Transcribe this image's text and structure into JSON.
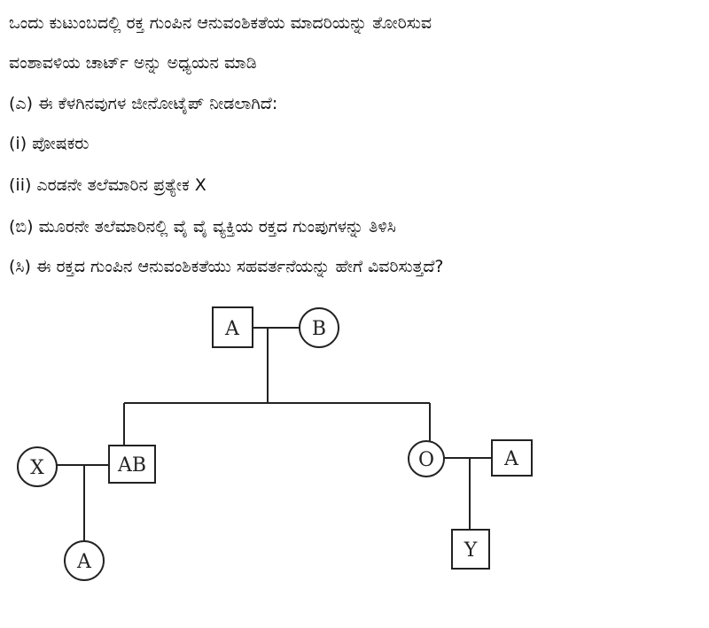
{
  "question": {
    "lines": [
      "ಒಂದು ಕುಟುಂಬದಲ್ಲಿ ರಕ್ತ ಗುಂಪಿನ ಆನುವಂಶಿಕತೆಯ ಮಾದರಿಯನ್ನು ತೋರಿಸುವ",
      "ವಂಶಾವಳಿಯ ಚಾರ್ಟ್ ಅನ್ನು ಅಧ್ಯಯನ ಮಾಡಿ",
      "(ಎ) ಈ ಕೆಳಗಿನವುಗಳ ಜೀನೋಟೈಪ್ ನೀಡಲಾಗಿದೆ:",
      "(i) ಪೋಷಕರು",
      "(ii) ಎರಡನೇ ತಲೆಮಾರಿನ ಪ್ರತ್ಯೇಕ X",
      "(ಬಿ) ಮೂರನೇ ತಲೆಮಾರಿನಲ್ಲಿ ವೈ ವೈ ವ್ಯಕ್ತಿಯ ರಕ್ತದ ಗುಂಪುಗಳನ್ನು ತಿಳಿಸಿ",
      "(ಸಿ) ಈ ರಕ್ತದ ಗುಂಪಿನ ಆನುವಂಶಿಕತೆಯು ಸಹವರ್ತನೆಯನ್ನು ಹೇಗೆ ವಿವರಿಸುತ್ತದೆ?"
    ]
  },
  "pedigree": {
    "parent_male": "A",
    "parent_female": "B",
    "spouse_x": "X",
    "child_ab": "AB",
    "child_o": "O",
    "spouse_a": "A",
    "grandchild_a": "A",
    "grandchild_y": "Y"
  }
}
